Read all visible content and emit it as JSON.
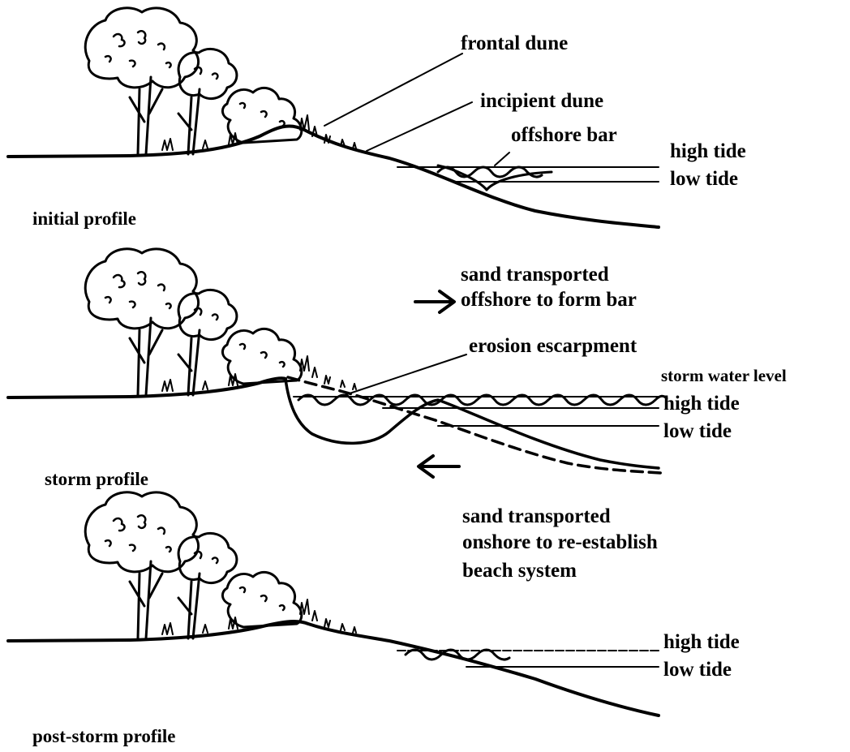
{
  "initial": {
    "caption": "initial profile",
    "frontal_dune": "frontal dune",
    "incipient_dune": "incipient dune",
    "offshore_bar": "offshore bar",
    "high_tide": "high tide",
    "low_tide": "low tide"
  },
  "storm": {
    "caption": "storm profile",
    "transport_line1": "sand transported",
    "transport_line2": "offshore to form bar",
    "erosion_escarpment": "erosion escarpment",
    "storm_water_level": "storm water level",
    "high_tide": "high tide",
    "low_tide": "low tide"
  },
  "post_storm": {
    "caption": "post-storm profile",
    "transport_line1": "sand transported",
    "transport_line2": "onshore to re-establish",
    "transport_line3": "beach system",
    "high_tide": "high tide",
    "low_tide": "low tide"
  }
}
